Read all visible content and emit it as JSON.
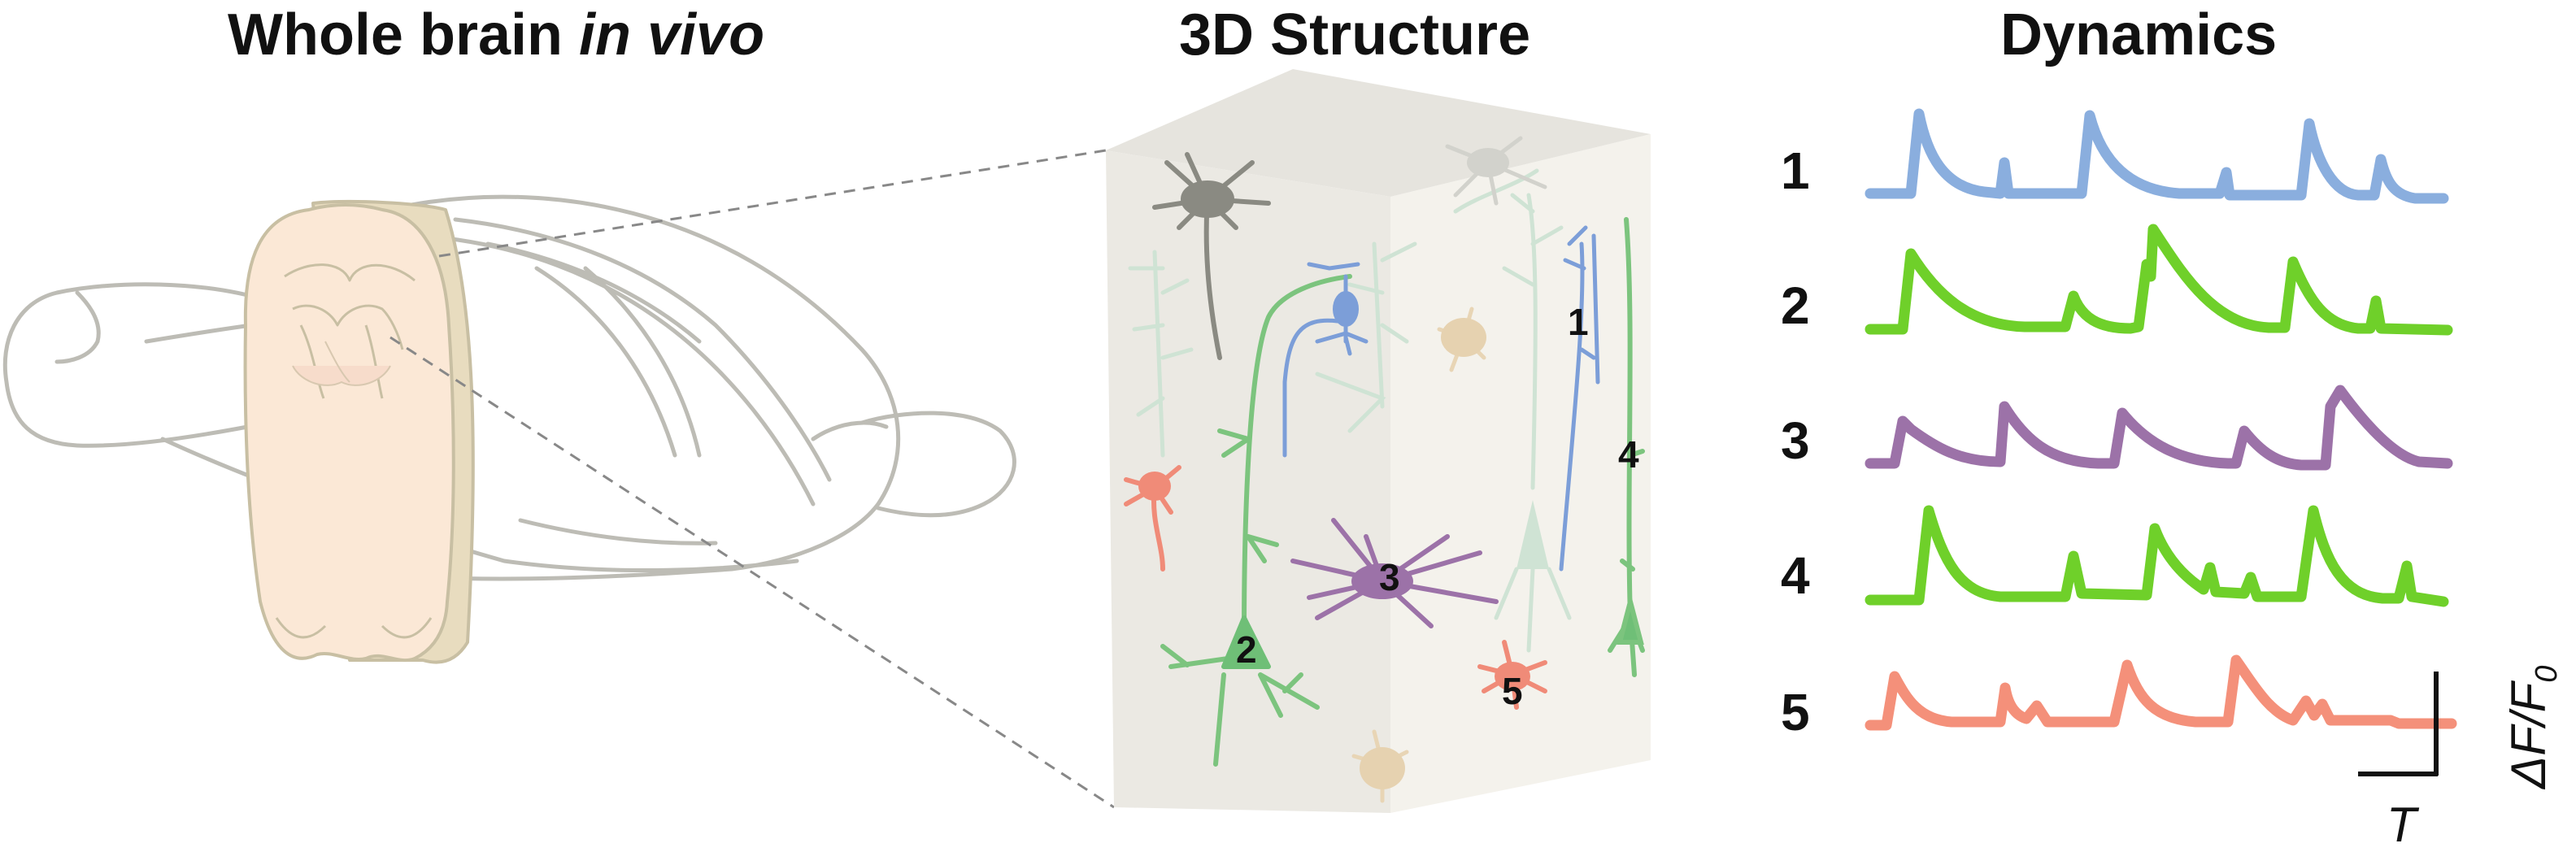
{
  "titles": {
    "left_main": "Whole brain ",
    "left_italic": "in vivo",
    "middle": "3D Structure",
    "right": "Dynamics"
  },
  "neuron_labels": [
    "1",
    "2",
    "3",
    "4",
    "5"
  ],
  "traces": [
    {
      "label": "1",
      "color": "#8aaede"
    },
    {
      "label": "2",
      "color": "#6fd02a"
    },
    {
      "label": "3",
      "color": "#9c72a8"
    },
    {
      "label": "4",
      "color": "#6fd02a"
    },
    {
      "label": "5",
      "color": "#f4907a"
    }
  ],
  "scale_bar": {
    "y_label": "ΔF/F",
    "y_subscript": "0",
    "x_label": "T"
  },
  "colors": {
    "brain_outline": "#bdbcb5",
    "slice_face": "#f9e6d4",
    "slice_edge": "#e3d5b8",
    "cube_front": "#ecebe6",
    "cube_side": "#f4f3ee",
    "cube_top": "#e6e4de"
  }
}
